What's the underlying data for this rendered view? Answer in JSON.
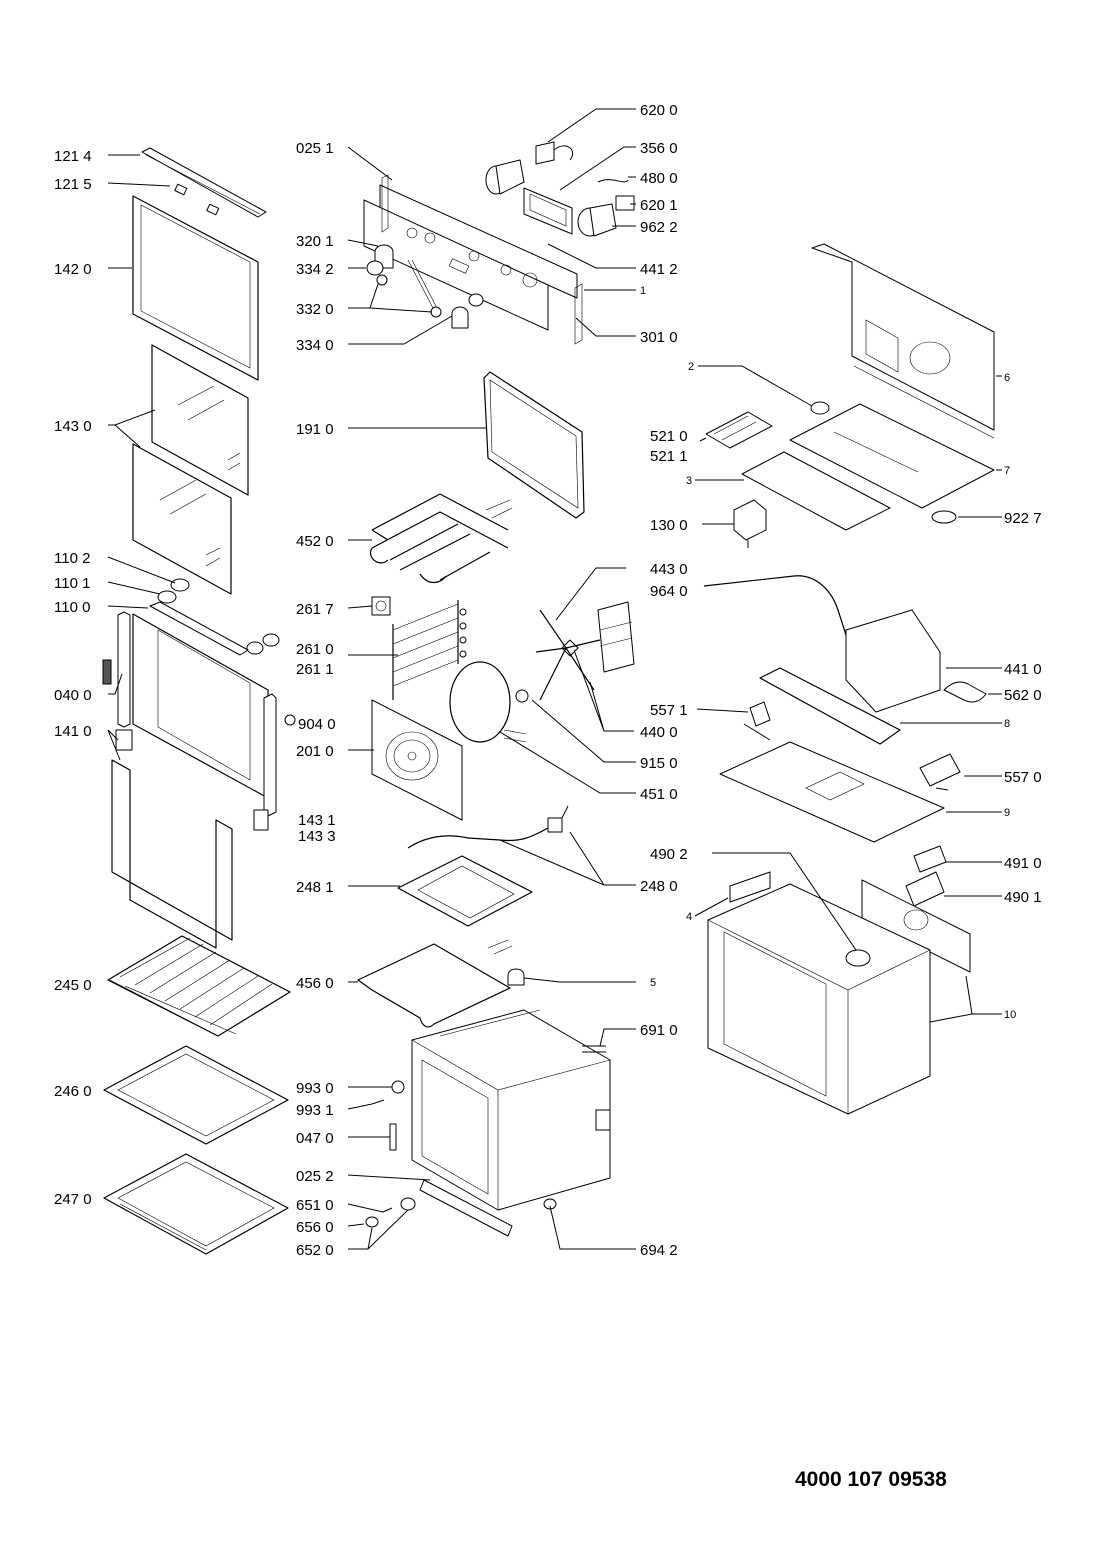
{
  "document_number": "4000 107 09538",
  "labels": [
    {
      "id": "l620_0",
      "text": "620 0"
    },
    {
      "id": "l121_4",
      "text": "121 4"
    },
    {
      "id": "l025_1",
      "text": "025 1"
    },
    {
      "id": "l356_0",
      "text": "356 0"
    },
    {
      "id": "l121_5",
      "text": "121 5"
    },
    {
      "id": "l480_0",
      "text": "480 0"
    },
    {
      "id": "l620_1",
      "text": "620 1"
    },
    {
      "id": "l962_2",
      "text": "962 2"
    },
    {
      "id": "l320_1",
      "text": "320 1"
    },
    {
      "id": "l441_2",
      "text": "441 2"
    },
    {
      "id": "l142_0",
      "text": "142 0"
    },
    {
      "id": "l334_2",
      "text": "334 2"
    },
    {
      "id": "l1",
      "text": "1"
    },
    {
      "id": "l332_0",
      "text": "332 0"
    },
    {
      "id": "l301_0",
      "text": "301 0"
    },
    {
      "id": "l334_0",
      "text": "334 0"
    },
    {
      "id": "l2",
      "text": "2"
    },
    {
      "id": "l6",
      "text": "6"
    },
    {
      "id": "l143_0",
      "text": "143 0"
    },
    {
      "id": "l191_0",
      "text": "191 0"
    },
    {
      "id": "l521_0",
      "text": "521 0"
    },
    {
      "id": "l521_1",
      "text": "521 1"
    },
    {
      "id": "l7",
      "text": "7"
    },
    {
      "id": "l3",
      "text": "3"
    },
    {
      "id": "l922_7",
      "text": "922 7"
    },
    {
      "id": "l130_0",
      "text": "130 0"
    },
    {
      "id": "l452_0",
      "text": "452 0"
    },
    {
      "id": "l110_2",
      "text": "110 2"
    },
    {
      "id": "l443_0",
      "text": "443 0"
    },
    {
      "id": "l110_1",
      "text": "110 1"
    },
    {
      "id": "l964_0",
      "text": "964 0"
    },
    {
      "id": "l110_0",
      "text": "110 0"
    },
    {
      "id": "l261_7",
      "text": "261 7"
    },
    {
      "id": "l261_0",
      "text": "261 0"
    },
    {
      "id": "l261_1",
      "text": "261 1"
    },
    {
      "id": "l441_0",
      "text": "441 0"
    },
    {
      "id": "l040_0",
      "text": "040 0"
    },
    {
      "id": "l562_0",
      "text": "562 0"
    },
    {
      "id": "l904_0",
      "text": "904 0"
    },
    {
      "id": "l557_1",
      "text": "557 1"
    },
    {
      "id": "l8",
      "text": "8"
    },
    {
      "id": "l141_0",
      "text": "141 0"
    },
    {
      "id": "l440_0",
      "text": "440 0"
    },
    {
      "id": "l201_0",
      "text": "201 0"
    },
    {
      "id": "l915_0",
      "text": "915 0"
    },
    {
      "id": "l557_0",
      "text": "557 0"
    },
    {
      "id": "l451_0",
      "text": "451 0"
    },
    {
      "id": "l9",
      "text": "9"
    },
    {
      "id": "l143_1",
      "text": "143 1"
    },
    {
      "id": "l143_3",
      "text": "143 3"
    },
    {
      "id": "l490_2",
      "text": "490 2"
    },
    {
      "id": "l491_0",
      "text": "491 0"
    },
    {
      "id": "l248_1",
      "text": "248 1"
    },
    {
      "id": "l248_0",
      "text": "248 0"
    },
    {
      "id": "l490_1",
      "text": "490 1"
    },
    {
      "id": "l4",
      "text": "4"
    },
    {
      "id": "l245_0",
      "text": "245 0"
    },
    {
      "id": "l456_0",
      "text": "456 0"
    },
    {
      "id": "l5",
      "text": "5"
    },
    {
      "id": "l10",
      "text": "10"
    },
    {
      "id": "l691_0",
      "text": "691 0"
    },
    {
      "id": "l246_0",
      "text": "246 0"
    },
    {
      "id": "l993_0",
      "text": "993 0"
    },
    {
      "id": "l993_1",
      "text": "993 1"
    },
    {
      "id": "l047_0",
      "text": "047 0"
    },
    {
      "id": "l025_2",
      "text": "025 2"
    },
    {
      "id": "l247_0",
      "text": "247 0"
    },
    {
      "id": "l651_0",
      "text": "651 0"
    },
    {
      "id": "l694_2",
      "text": "694 2"
    },
    {
      "id": "l656_0",
      "text": "656 0"
    },
    {
      "id": "l652_0",
      "text": "652 0"
    }
  ]
}
